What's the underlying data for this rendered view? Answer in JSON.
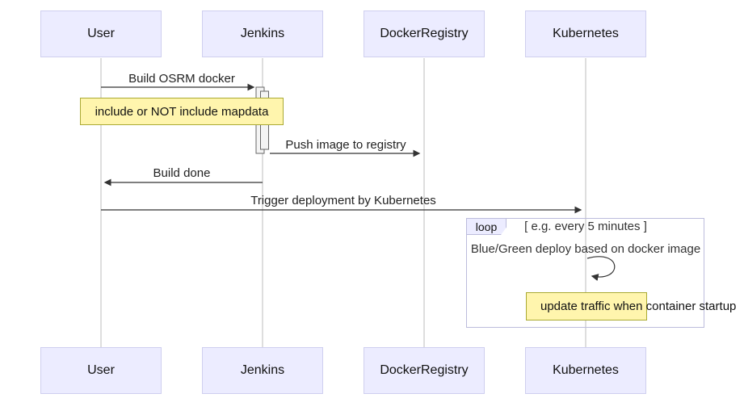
{
  "actors": [
    {
      "name": "User"
    },
    {
      "name": "Jenkins"
    },
    {
      "name": "DockerRegistry"
    },
    {
      "name": "Kubernetes"
    }
  ],
  "messages": [
    {
      "label": "Build OSRM docker"
    },
    {
      "label": "Push image to registry"
    },
    {
      "label": "Build done"
    },
    {
      "label": "Trigger deployment by Kubernetes"
    },
    {
      "label": "Blue/Green deploy based on docker image"
    }
  ],
  "notes": [
    {
      "text": "include or NOT include mapdata"
    },
    {
      "text": "update traffic when container startup"
    }
  ],
  "loop": {
    "label": "loop",
    "condition": "[ e.g. every 5 minutes ]"
  },
  "colors": {
    "actor_fill": "#ECECFF",
    "actor_border": "#cfcfef",
    "note_fill": "#fff5ad",
    "note_border": "#aaaa33",
    "lifeline": "#bdbdbd",
    "message_line": "#333333",
    "loop_border": "#bcbcdc",
    "activation_fill": "#f4f4f4"
  }
}
